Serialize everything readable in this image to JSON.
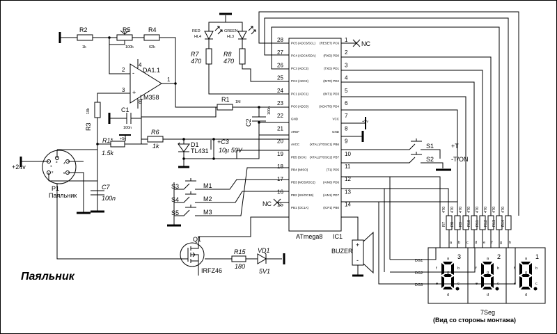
{
  "title": "Паяльник",
  "mcu": {
    "name": "ATmega8",
    "ref": "IC1",
    "left_pins": [
      {
        "num": "28",
        "fn": "PC5 (ADC5/SCL)"
      },
      {
        "num": "27",
        "fn": "PC4 (ADC4/SDA)"
      },
      {
        "num": "26",
        "fn": "PC3 (ADC3)"
      },
      {
        "num": "25",
        "fn": "PC2 (ADC2)"
      },
      {
        "num": "24",
        "fn": "PC1 (ADC1)"
      },
      {
        "num": "23",
        "fn": "PC0 (ADC0)"
      },
      {
        "num": "22",
        "fn": "GND"
      },
      {
        "num": "21",
        "fn": "AREF"
      },
      {
        "num": "20",
        "fn": "AVCC"
      },
      {
        "num": "19",
        "fn": "PB5 (SCK)"
      },
      {
        "num": "18",
        "fn": "PB4 (MISO)"
      },
      {
        "num": "17",
        "fn": "PB3 (MOSI/OC2)"
      },
      {
        "num": "16",
        "fn": "PB2 (SS/OC1B)"
      },
      {
        "num": "15",
        "fn": "PB1 (OC1A)"
      }
    ],
    "right_pins": [
      {
        "num": "1",
        "fn": "(RESET) PC6"
      },
      {
        "num": "2",
        "fn": "(RXD) PD0"
      },
      {
        "num": "3",
        "fn": "(TXD) PD1"
      },
      {
        "num": "4",
        "fn": "(INT0) PD2"
      },
      {
        "num": "5",
        "fn": "(INT1) PD3"
      },
      {
        "num": "6",
        "fn": "(XCK/T0) PD4"
      },
      {
        "num": "7",
        "fn": "VCC"
      },
      {
        "num": "8",
        "fn": "GND"
      },
      {
        "num": "9",
        "fn": "(XTAL1/TOSC1) PB6"
      },
      {
        "num": "10",
        "fn": "(XTAL2/TOSC2) PB7"
      },
      {
        "num": "11",
        "fn": "(T1) PD5"
      },
      {
        "num": "12",
        "fn": "(AIN0) PD6"
      },
      {
        "num": "13",
        "fn": "(AIN1) PD7"
      },
      {
        "num": "14",
        "fn": "(ICP1) PB0"
      }
    ]
  },
  "opamp": {
    "ref": "DA1.1",
    "name": "LM358",
    "pin_out": "1",
    "pin_inv": "2",
    "pin_noninv": "3",
    "pin_vcc": "4",
    "pin_gnd": "8"
  },
  "resistors": {
    "r2": {
      "ref": "R2",
      "value": "1k"
    },
    "r5": {
      "ref": "R5",
      "value": "100k"
    },
    "r4": {
      "ref": "R4",
      "value": "62k"
    },
    "r3": {
      "ref": "R3",
      "value": "10k"
    },
    "r1": {
      "ref": "R1",
      "value": "1M"
    },
    "r6": {
      "ref": "R6",
      "value": "1k"
    },
    "r1s": {
      "ref": "R1*",
      "value": "1.5k"
    },
    "r7": {
      "ref": "R7",
      "value": "470"
    },
    "r8": {
      "ref": "R8",
      "value": "470"
    },
    "r15": {
      "ref": "R15",
      "value": "180"
    }
  },
  "caps": {
    "c1": {
      "ref": "C1",
      "value": "100n"
    },
    "c2": {
      "ref": "C2",
      "value": "100n"
    },
    "c3": {
      "ref": "+C3",
      "value": "10µ 50V"
    },
    "c7": {
      "ref": "C7",
      "value": "100n"
    }
  },
  "diodes": {
    "d1": {
      "ref": "D1",
      "value": "TL431"
    },
    "vd1": {
      "ref": "VD1",
      "value": "5V1"
    }
  },
  "leds": {
    "hl4": {
      "color": "RED",
      "ref": "HL4"
    },
    "hl3": {
      "color": "GREEN",
      "ref": "HL3"
    }
  },
  "transistor": {
    "ref": "Q1",
    "value": "IRFZ46"
  },
  "buzzer": {
    "label": "BUZER"
  },
  "switches": {
    "s1": {
      "ref": "S1",
      "label": "+T"
    },
    "s2": {
      "ref": "S2",
      "label": "-T/ON"
    },
    "s3": {
      "ref": "S3",
      "label": "M1"
    },
    "s4": {
      "ref": "S4",
      "label": "M2"
    },
    "s5": {
      "ref": "S5",
      "label": "M3"
    }
  },
  "connector": {
    "ref": "P1",
    "name": "Паяльник",
    "supply": "+24v",
    "pins": [
      "1",
      "2",
      "3",
      "4",
      "5"
    ]
  },
  "rails": {
    "vcc_label": "+5v",
    "nc_label": "NC"
  },
  "display": {
    "name": "7Seg",
    "note": "(Вид со стороны монтажа)",
    "digits": [
      "DG1",
      "DG2",
      "DG3"
    ],
    "digit_numbers": [
      "3",
      "2",
      "1"
    ],
    "seg_letters": [
      "a",
      "b",
      "c",
      "d",
      "e",
      "f",
      "g"
    ],
    "resistor_refs": [
      "R7",
      "R8",
      "R9",
      "R10",
      "R11",
      "R12",
      "R13",
      "R14"
    ],
    "resistor_value": "470",
    "top_pins": [
      "a",
      "b",
      "c",
      "d",
      "e",
      "f",
      "g",
      "h"
    ]
  }
}
